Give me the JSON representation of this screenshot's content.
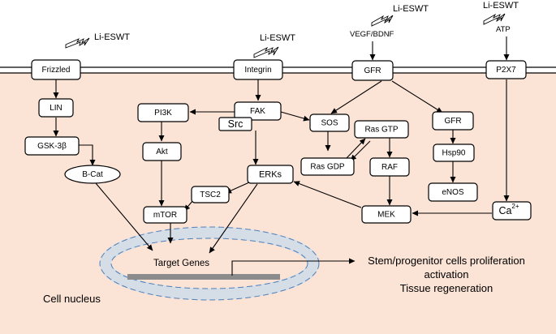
{
  "stimulus": "Li-ESWT",
  "receptors": {
    "frizzled": "Frizzled",
    "integrin": "Integrin",
    "gfr": "GFR",
    "p2x7": "P2X7"
  },
  "ligands": {
    "vegf_bdnf": "VEGF/BDNF",
    "atp": "ATP"
  },
  "nodes": {
    "lin": "LIN",
    "gsk3b": "GSK-3β",
    "bcat": "B-Cat",
    "pi3k": "PI3K",
    "akt": "Akt",
    "mtor": "mTOR",
    "tsc2": "TSC2",
    "fak": "FAK",
    "src": "Src",
    "erks": "ERKs",
    "sos": "SOS",
    "ras_gtp": "Ras GTP",
    "ras_gdp": "Ras GDP",
    "raf": "RAF",
    "mek": "MEK",
    "gfr2": "GFR",
    "hsp90": "Hsp90",
    "enos": "eNOS",
    "ca": "Ca",
    "ca_sup": "2+"
  },
  "nucleus": {
    "target": "Target Genes",
    "label": "Cell nucleus"
  },
  "outcome": {
    "line1": "Stem/progenitor cells proliferation",
    "line2": "activation",
    "line3": "Tissue regeneration"
  },
  "colors": {
    "cytoplasm": "#fbe3d6",
    "nucleus_ring": "#d5dde6",
    "nucleus_ring_dash": "#4f7fb8",
    "dna_bar": "#8c8c8c"
  }
}
